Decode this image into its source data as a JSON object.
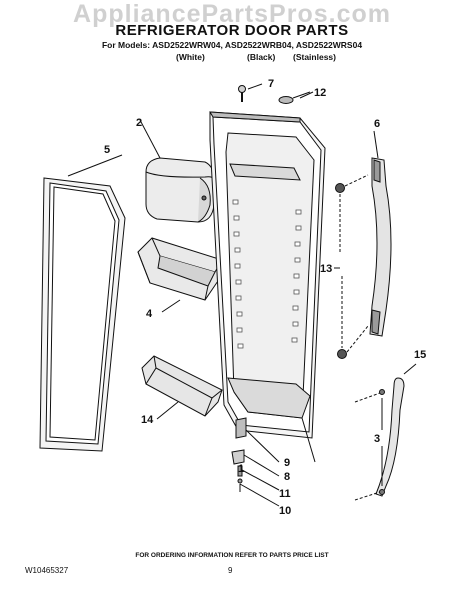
{
  "watermark": "AppliancePartsPros.com",
  "header": {
    "title": "REFRIGERATOR DOOR PARTS",
    "models": "For Models: ASD2522WRW04, ASD2522WRB04, ASD2522WRS04",
    "finishes": [
      "(White)",
      "(Black)",
      "(Stainless)"
    ]
  },
  "callouts": [
    "1",
    "2",
    "3",
    "4",
    "5",
    "6",
    "7",
    "8",
    "9",
    "10",
    "11",
    "12",
    "13",
    "14",
    "15"
  ],
  "footer": {
    "note": "FOR ORDERING INFORMATION REFER TO PARTS PRICE LIST",
    "doc_number": "W10465327",
    "page": "9"
  },
  "colors": {
    "line": "#111111",
    "fill_light": "#f2f2f2",
    "fill_mid": "#d9d9d9",
    "fill_dark": "#9a9a9a"
  }
}
